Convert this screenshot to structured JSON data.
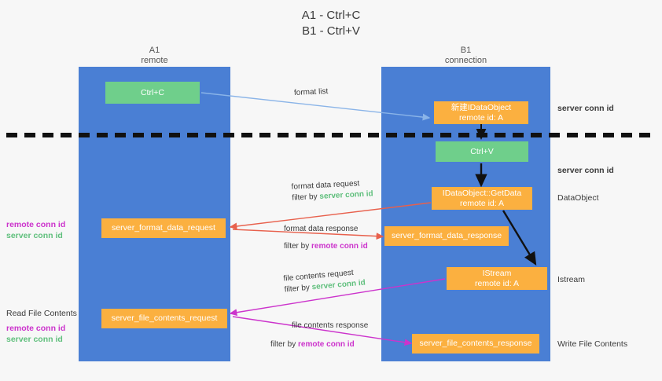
{
  "title": {
    "line1": "A1 - Ctrl+C",
    "line2": "B1 - Ctrl+V"
  },
  "colors": {
    "lane": "#4a7fd4",
    "green_box": "#6fcf8b",
    "orange_box": "#fbb040",
    "server_conn": "#5fbf7c",
    "remote_conn": "#cc33cc",
    "background": "#f7f7f7",
    "divider": "#111111",
    "arrow_format_list": "#8ab4e8",
    "arrow_format_data": "#e8604c",
    "arrow_file_contents": "#cc33cc",
    "arrow_black": "#111111"
  },
  "columns": [
    {
      "name": "A1",
      "sub": "remote"
    },
    {
      "name": "B1",
      "sub": "connection"
    }
  ],
  "nodes": {
    "ctrl_c": {
      "label": "Ctrl+C"
    },
    "idataobject_new": {
      "line1": "新建IDataObject",
      "line2": "remote id: A"
    },
    "ctrl_v": {
      "label": "Ctrl+V"
    },
    "getdata": {
      "line1": "IDataObject::GetData",
      "line2": "remote id: A"
    },
    "istream": {
      "line1": "IStream",
      "line2": "remote id: A"
    },
    "server_format_data_request": {
      "label": "server_format_data_request"
    },
    "server_format_data_response": {
      "label": "server_format_data_response"
    },
    "server_file_contents_request": {
      "label": "server_file_contents_request"
    },
    "server_file_contents_response": {
      "label": "server_file_contents_response"
    }
  },
  "edges": {
    "format_list": {
      "label": "format list"
    },
    "format_data_request": {
      "line1": "format data request",
      "filter_prefix": "filter by ",
      "filter_value": "server conn id"
    },
    "format_data_response": {
      "line1": "format data response",
      "filter_prefix": "filter by ",
      "filter_value": "remote conn id"
    },
    "file_contents_request": {
      "line1": "file contents request",
      "filter_prefix": "filter by ",
      "filter_value": "server conn id"
    },
    "file_contents_response": {
      "line1": "file contents response",
      "filter_prefix": "filter by ",
      "filter_value": "remote conn id"
    }
  },
  "annotations": {
    "right_server_conn_1": "server conn id",
    "right_server_conn_2": "server conn id",
    "right_dataobject": "DataObject",
    "right_istream": "Istream",
    "right_write_file_contents": "Write File Contents",
    "left_format_remote": "remote conn id",
    "left_format_server": "server conn id",
    "left_read_file_contents": "Read File Contents",
    "left_file_remote": "remote conn id",
    "left_file_server": "server conn id"
  }
}
